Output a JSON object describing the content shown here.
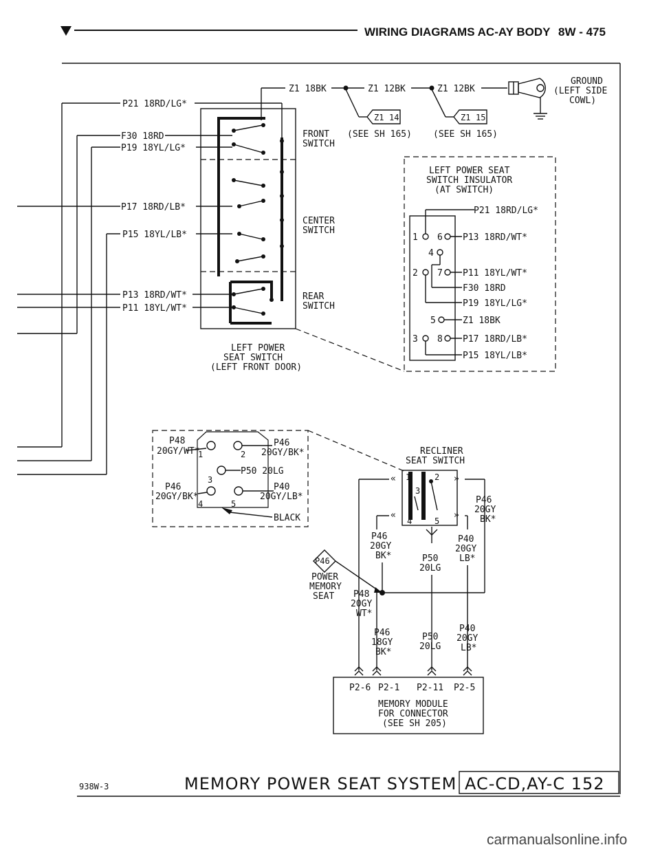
{
  "header": {
    "title": "WIRING DIAGRAMS AC-AY BODY",
    "page": "8W - 475"
  },
  "footer": {
    "code": "938W-3",
    "title": "MEMORY POWER SEAT SYSTEM",
    "ref": "AC-CD,AY-C 152"
  },
  "watermark": "carmanualsonline.info",
  "ground": {
    "label_lines": [
      "GROUND",
      "(LEFT SIDE",
      "COWL)"
    ]
  },
  "top_wires": [
    "Z1 18BK",
    "Z1 12BK",
    "Z1 12BK"
  ],
  "splices": [
    {
      "id": "Z1",
      "num": "14"
    },
    {
      "id": "Z1",
      "num": "15"
    }
  ],
  "see_sheets": [
    "(SEE SH 165)",
    "(SEE SH 165)"
  ],
  "left_wires": [
    "P21 18RD/LG*",
    "F30 18RD",
    "P19 18YL/LG*",
    "P17 18RD/LB*",
    "P15 18YL/LB*",
    "P13 18RD/WT*",
    "P11 18YL/WT*"
  ],
  "switch_labels": {
    "front": [
      "FRONT",
      "SWITCH"
    ],
    "center": [
      "CENTER",
      "SWITCH"
    ],
    "rear": [
      "REAR",
      "SWITCH"
    ]
  },
  "left_switch_label": [
    "LEFT POWER",
    "SEAT SWITCH",
    "(LEFT FRONT DOOR)"
  ],
  "insulator": {
    "title": [
      "LEFT POWER SEAT",
      "SWITCH INSULATOR",
      "(AT SWITCH)"
    ],
    "pins": [
      "1",
      "6",
      "4",
      "2",
      "7",
      "5",
      "3",
      "8"
    ],
    "wires": [
      "P21 18RD/LG*",
      "P13 18RD/WT*",
      "P11 18YL/WT*",
      "F30 18RD",
      "P19 18YL/LG*",
      "Z1 18BK",
      "P17 18RD/LB*",
      "P15 18YL/LB*"
    ]
  },
  "connector": {
    "labels": [
      "P48",
      "20GY/WT*",
      "P46",
      "20GY/BK*",
      "P50 20LG",
      "P46",
      "20GY/BK*",
      "P40",
      "20GY/LB*",
      "BLACK"
    ],
    "pins": [
      "1",
      "2",
      "3",
      "4",
      "5"
    ]
  },
  "recliner": {
    "title": [
      "RECLINER",
      "SEAT SWITCH"
    ],
    "pins": [
      "1",
      "2",
      "3",
      "4",
      "5"
    ],
    "p46_right": [
      "P46",
      "20GY",
      "BK*"
    ],
    "p46_mid": [
      "P46",
      "20GY",
      "BK*"
    ],
    "p40_mid": [
      "P40",
      "20GY",
      "LB*"
    ],
    "p50_mid": [
      "P50",
      "20LG"
    ],
    "power_memory": [
      "POWER",
      "MEMORY",
      "SEAT"
    ],
    "diamond": "P46",
    "p48": [
      "P48",
      "20GY",
      "WT*"
    ],
    "p46_low": [
      "P46",
      "18GY",
      "BK*"
    ],
    "p50_low": [
      "P50",
      "20LG"
    ],
    "p40_low": [
      "P40",
      "20GY",
      "LB*"
    ]
  },
  "module": {
    "pins": [
      "P2-6",
      "P2-1",
      "P2-11",
      "P2-5"
    ],
    "title": [
      "MEMORY MODULE",
      "FOR CONNECTOR",
      "(SEE SH 205)"
    ]
  }
}
